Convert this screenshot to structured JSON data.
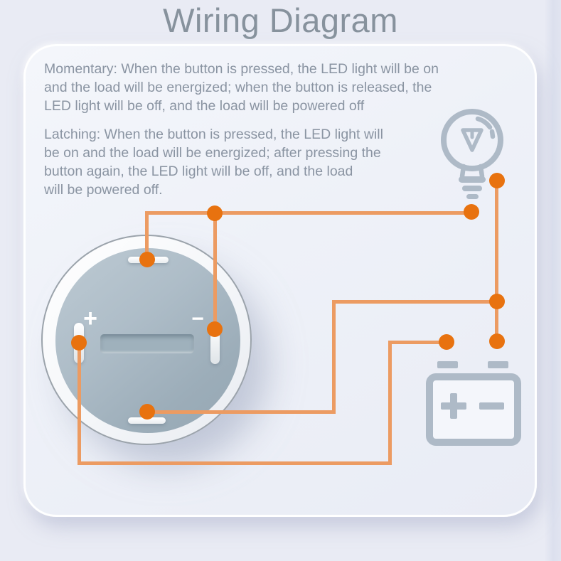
{
  "page": {
    "title": "Wiring Diagram"
  },
  "card": {
    "momentary_lines": [
      "Momentary: When the button is pressed, the LED light will be on",
      "and the load will be energized; when the button is released, the",
      "LED light will be off, and the load will be powered off"
    ],
    "latching_lines": [
      "Latching: When the button is pressed, the LED light will",
      "be on and the load will be energized; after pressing the",
      "button again, the LED light will be off, and the load",
      "will be powered off."
    ]
  },
  "button": {
    "positive_label": "+",
    "negative_label": "−"
  },
  "components": {
    "bulb": "LED light bulb",
    "battery": "battery",
    "push_button": "push button rear view with 4 terminals"
  },
  "colors": {
    "background": "#E9EBF4",
    "card": "#EEF1F8",
    "wire": "#EC9B62",
    "connection_dot": "#E8720F",
    "icon_gray": "#AEBAC7",
    "title_text": "#87929D",
    "body_text": "#8A94A2"
  }
}
